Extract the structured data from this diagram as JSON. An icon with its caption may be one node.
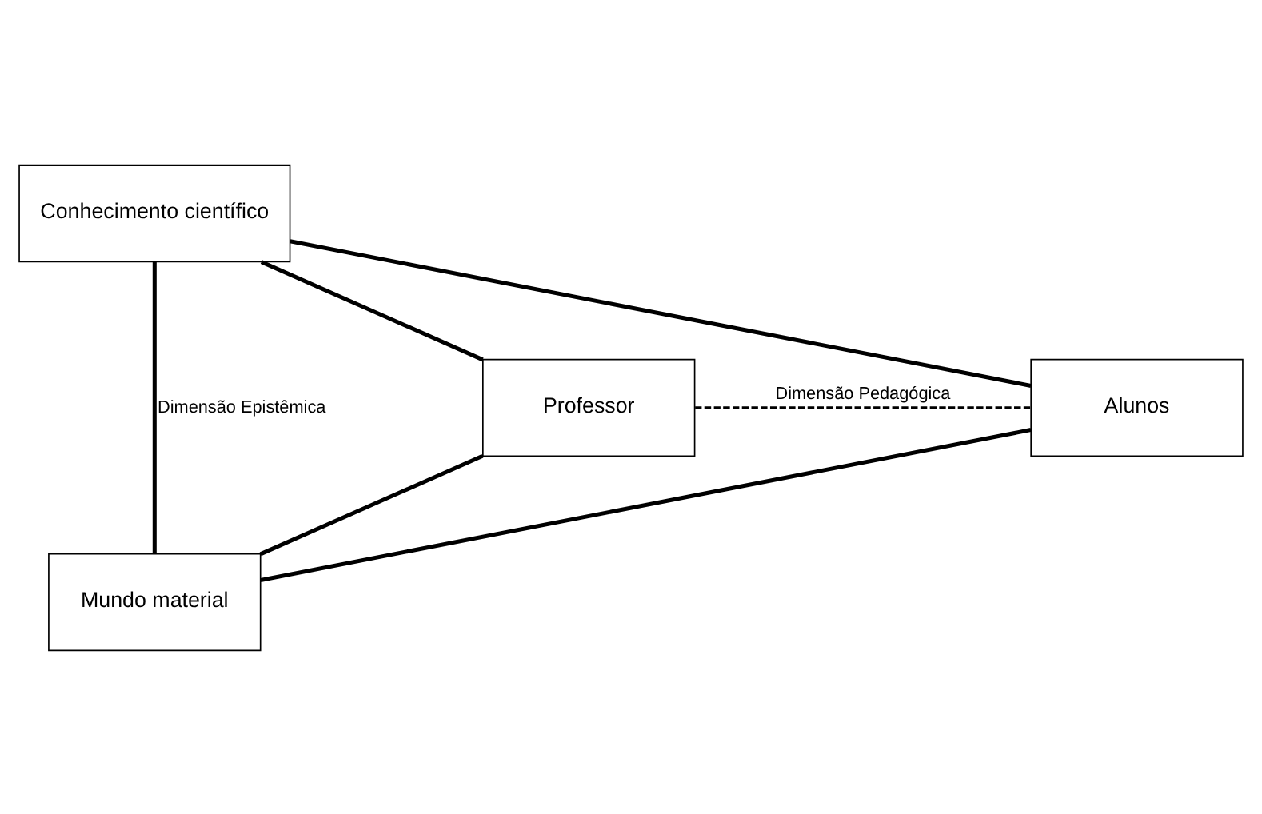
{
  "diagram": {
    "nodes": [
      {
        "text": [
          "Conhecimento científico"
        ]
      },
      {
        "text": [
          "Professor"
        ]
      },
      {
        "text": [
          "Alunos"
        ]
      },
      {
        "text": [
          "Mundo material"
        ]
      }
    ],
    "edges": [
      {
        "from": 1,
        "to": 0,
        "arrow": "none"
      },
      {
        "from": 0,
        "to": 2,
        "arrow": "none"
      },
      {
        "from": 1,
        "to": 3,
        "arrow": "none"
      },
      {
        "from": 2,
        "to": 3,
        "arrow": "none"
      },
      {
        "from": 1,
        "to": 2,
        "arrow": "none",
        "style": "dashed",
        "label": "Dimensão Pedagógica"
      },
      {
        "from": 0,
        "to": 3,
        "arrow": "none",
        "label": "Dimensão Epistêmica"
      }
    ]
  }
}
